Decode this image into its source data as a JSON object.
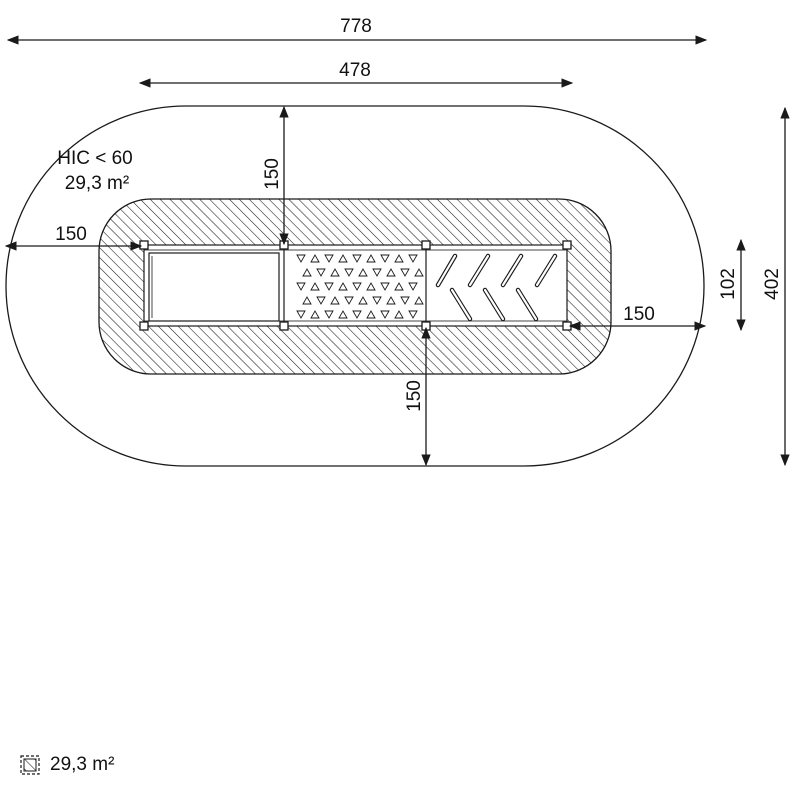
{
  "dimensions": {
    "overall_width": "778",
    "inner_width": "478",
    "clearance_top": "150",
    "clearance_left": "150",
    "clearance_right": "150",
    "clearance_bottom": "150",
    "equipment_depth": "102",
    "overall_depth": "402"
  },
  "safety_zone": {
    "hic_label": "HIC < 60",
    "area_label": "29,3 m²"
  },
  "legend": {
    "area_label": "29,3 m²"
  },
  "colors": {
    "line": "#1a1a1a",
    "background": "#ffffff"
  }
}
